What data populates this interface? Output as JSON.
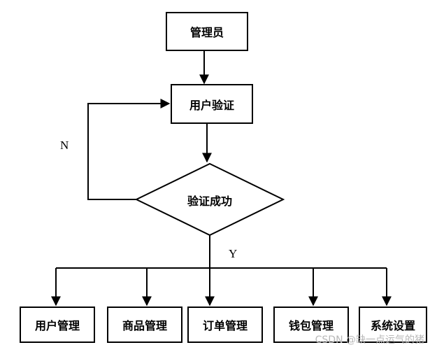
{
  "diagram": {
    "nodes": {
      "admin": "管理员",
      "user_auth": "用户验证",
      "auth_success": "验证成功"
    },
    "branch_labels": {
      "no": "N",
      "yes": "Y"
    },
    "modules": [
      "用户管理",
      "商品管理",
      "订单管理",
      "钱包管理",
      "系统设置"
    ]
  },
  "watermark": "CSDN @缺一点运气的猪"
}
